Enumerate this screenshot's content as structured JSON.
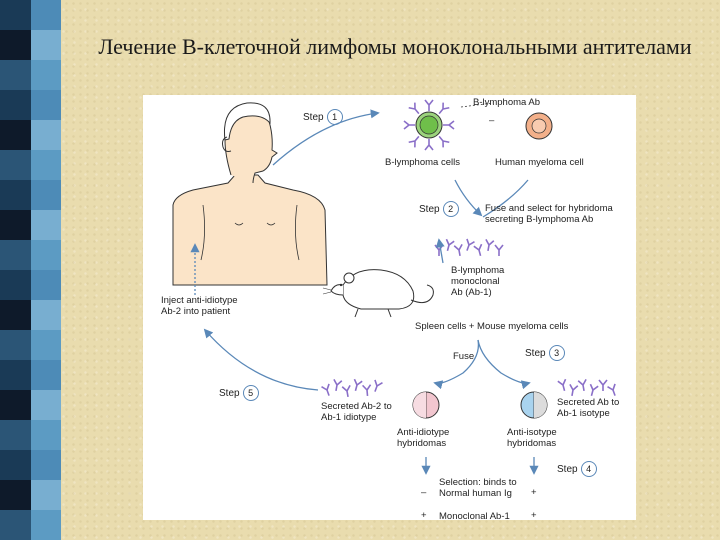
{
  "title": "Лечение В-клеточной лимфомы моноклональными антителами",
  "colors": {
    "arrow": "#5a88b8",
    "antibody": "#8a6fc8",
    "cell_green": "#9bd37c",
    "cell_orange": "#f3b08a",
    "hybridoma_pink": "#f2c6cf",
    "hybridoma_blue": "#a9d3ee",
    "skin": "#fbe4c8",
    "strip": [
      "#4d8bb7",
      "#1a3a56",
      "#78aed0",
      "#0e1a2a",
      "#5c9bc3",
      "#2b5576"
    ]
  },
  "diagram": {
    "top_label": "B-lymphoma Ab",
    "minus_sign": "–",
    "b_lymphoma_cells": "B-lymphoma cells",
    "human_myeloma": "Human myeloma cell",
    "step1": {
      "label": "Step",
      "num": "1"
    },
    "step2": {
      "label": "Step",
      "num": "2"
    },
    "step3": {
      "label": "Step",
      "num": "3"
    },
    "step4": {
      "label": "Step",
      "num": "4"
    },
    "step5": {
      "label": "Step",
      "num": "5"
    },
    "fuse_select": "Fuse and select for hybridoma\nsecreting B-lymphoma Ab",
    "monoclonal": "B-lymphoma\nmonoclonal\nAb (Ab-1)",
    "spleen": "Spleen cells + Mouse myeloma cells",
    "fuse": "Fuse",
    "inject": "Inject anti-idiotype\nAb-2 into patient",
    "secreted_ab2": "Secreted Ab-2 to\nAb-1 idiotype",
    "secreted_ab": "Secreted Ab to\nAb-1 isotype",
    "anti_idiotype": "Anti-idiotype\nhybridomas",
    "anti_isotype": "Anti-isotype\nhybridomas",
    "selection": "Selection: binds to\nNormal human Ig",
    "monoclonal_ab1": "Monoclonal Ab-1",
    "minus_left": "–",
    "plus_right": "+",
    "plus_left": "+",
    "plus_right2": "+"
  }
}
